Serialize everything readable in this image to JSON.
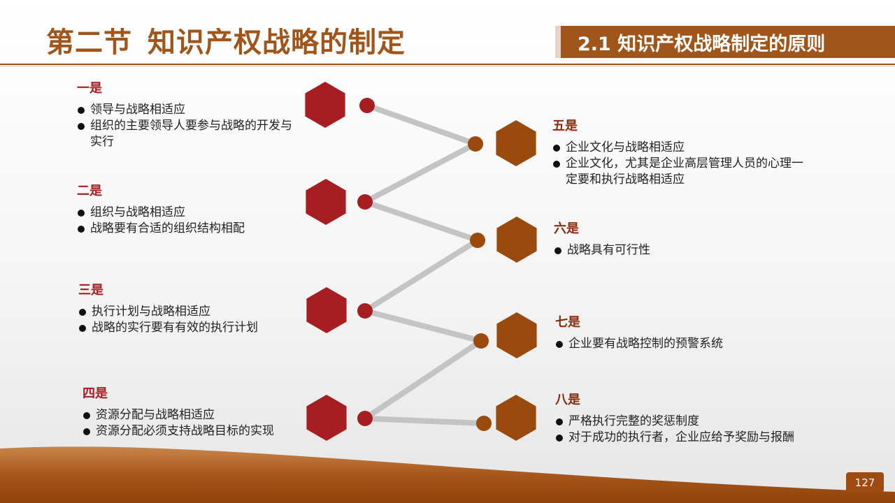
{
  "header": {
    "section_number": "第二节",
    "section_title": "知识产权战略的制定",
    "subtitle": "2.1 知识产权战略制定的原则"
  },
  "principles": [
    {
      "heading": "一是",
      "points": [
        "领导与战略相适应",
        "组织的主要领导人要参与战略的开发与实行"
      ]
    },
    {
      "heading": "二是",
      "points": [
        "组织与战略相适应",
        "战略要有合适的组织结构相配"
      ]
    },
    {
      "heading": "三是",
      "points": [
        "执行计划与战略相适应",
        "战略的实行要有有效的执行计划"
      ]
    },
    {
      "heading": "四是",
      "points": [
        "资源分配与战略相适应",
        "资源分配必须支持战略目标的实现"
      ]
    },
    {
      "heading": "五是",
      "points": [
        "企业文化与战略相适应",
        "企业文化，尤其是企业高层管理人员的心理一定要和执行战略相适应"
      ]
    },
    {
      "heading": "六是",
      "points": [
        "战略具有可行性"
      ]
    },
    {
      "heading": "七是",
      "points": [
        "企业要有战略控制的预警系统"
      ]
    },
    {
      "heading": "八是",
      "points": [
        "严格执行完整的奖惩制度",
        "对于成功的执行者，企业应给予奖励与报酬"
      ]
    }
  ],
  "page_number": "127",
  "colors": {
    "accent_brown": "#a0561a",
    "left_hexagon": "#a61e22",
    "right_hexagon": "#9a4a0c",
    "connector": "#c4c4c4"
  }
}
